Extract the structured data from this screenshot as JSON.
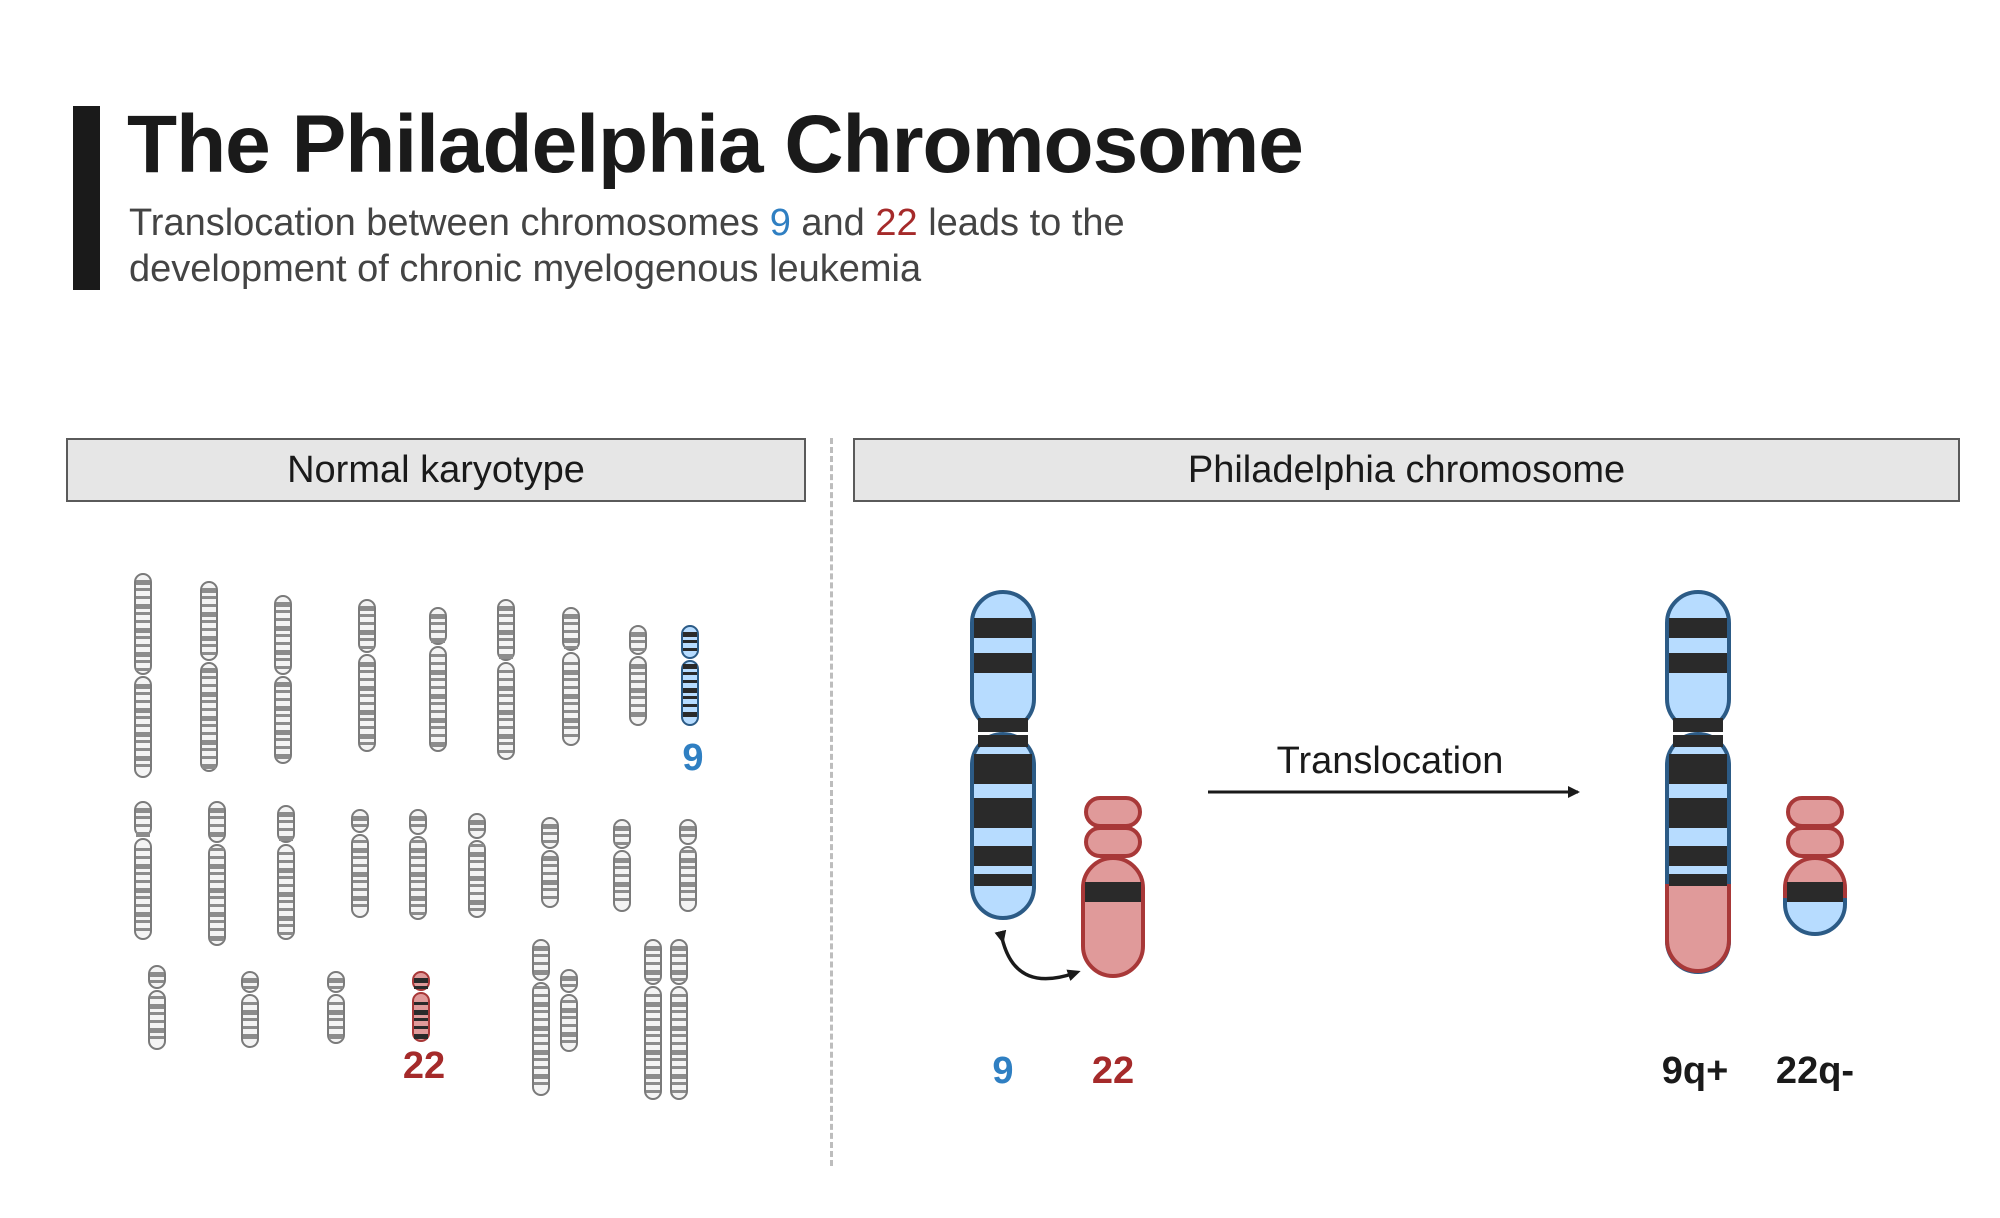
{
  "title": "The Philadelphia Chromosome",
  "subtitle": {
    "part1": "Translocation between chromosomes ",
    "chr9": "9",
    "part2": " and ",
    "chr22": "22",
    "part3": " leads to the",
    "line2": "development of chronic myelogenous leukemia"
  },
  "panels": {
    "left_header": "Normal karyotype",
    "right_header": "Philadelphia chromosome"
  },
  "karyotype": {
    "label_9": "9",
    "label_22": "22"
  },
  "translocation": {
    "arrow_label": "Translocation",
    "before_9": "9",
    "before_22": "22",
    "after_9": "9q+",
    "after_22": "22q-"
  },
  "colors": {
    "chr9_fill": "#b7dcff",
    "chr9_stroke": "#2c5b86",
    "chr22_fill": "#e09a9a",
    "chr22_stroke": "#a83838",
    "band_dark": "#2a2a2a",
    "normal_band": "#8c8c8c",
    "normal_stroke": "#7a7a7a"
  }
}
